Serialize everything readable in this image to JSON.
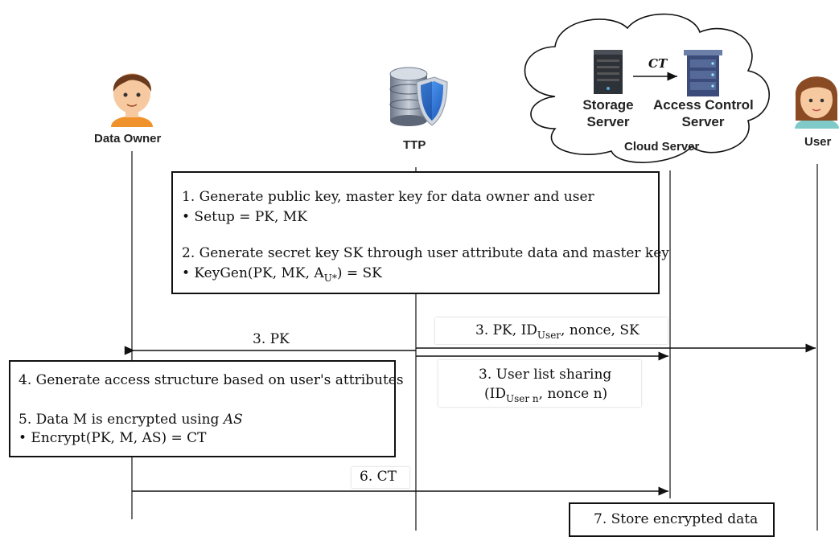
{
  "actors": {
    "data_owner": "Data Owner",
    "ttp": "TTP",
    "user": "User"
  },
  "cloud": {
    "label": "Cloud Server",
    "storage": [
      "Storage",
      "Server"
    ],
    "access": [
      "Access Control",
      "Server"
    ],
    "ct_label": "CT"
  },
  "ttp_box": {
    "step1": "1. Generate public key, master key for data owner and user",
    "bullet1": "•  Setup = PK, MK",
    "step2": "2. Generate secret key SK through user attribute data and master key",
    "bullet2_prefix": "•  KeyGen(PK, MK, A",
    "bullet2_sub": "U*",
    "bullet2_suffix": ") = SK"
  },
  "owner_box": {
    "step4": "4. Generate access structure based on user's attributes",
    "step5_prefix": "5. Data M is encrypted using ",
    "step5_italic": "AS",
    "bullet": "•  Encrypt(PK, M, AS) = CT"
  },
  "messages": {
    "pk": "3. PK",
    "pk_id_prefix": "3. PK, ID",
    "pk_id_sub": "User",
    "pk_id_suffix": ", nonce, SK",
    "user_list_line1": "3. User list sharing",
    "user_list_prefix": "(ID",
    "user_list_sub": "User n",
    "user_list_suffix": ", nonce n)",
    "ct": "6. CT"
  },
  "store_box": "7. Store encrypted data",
  "colors": {
    "line": "#111111",
    "skin": "#f6c9a0",
    "owner_hair": "#6b3a1c",
    "owner_shirt": "#f0922b",
    "user_hair": "#8a4a24",
    "user_shirt": "#7fc9c9",
    "shield": "#1f6fd1",
    "server_dark": "#2d3138",
    "server_blue": "#3b4c7a"
  }
}
